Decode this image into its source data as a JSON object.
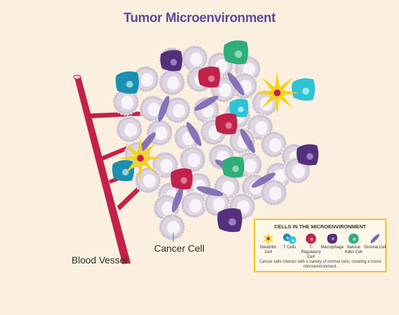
{
  "title": "Tumor Microenvironment",
  "labels": {
    "blood_vessel": "Blood Vessel",
    "cancer_cell": "Cancer Cell"
  },
  "legend": {
    "title": "CELLS IN THE MICROENVIRONMENT",
    "items": [
      {
        "label": "Dendritic Cell",
        "icon": "dendritic-cell-icon"
      },
      {
        "label": "T Cells",
        "icon": "t-cells-icon"
      },
      {
        "label": "T-Regulatory Cell",
        "icon": "t-regulatory-cell-icon"
      },
      {
        "label": "Macrophage",
        "icon": "macrophage-icon"
      },
      {
        "label": "Natural Killer Cell",
        "icon": "natural-killer-cell-icon"
      },
      {
        "label": "Stromal Cell",
        "icon": "stromal-cell-icon"
      }
    ],
    "note": "Cancer cells interact with a variety of normal cells, creating a tumor microenvironment."
  },
  "colors": {
    "background": "#fbf0e0",
    "title": "#5b4a9a",
    "cancer_cell": "#cfc5d4",
    "blood_vessel": "#c4214a",
    "dendritic_cell": "#f5d31c",
    "t_cell": "#1a8fb0",
    "t_cell_light": "#2fc3d6",
    "t_regulatory_cell": "#c0224c",
    "macrophage": "#54307a",
    "natural_killer_cell": "#2eae7a",
    "stromal_cell": "#7b67b4",
    "legend_border": "#f2c418"
  }
}
